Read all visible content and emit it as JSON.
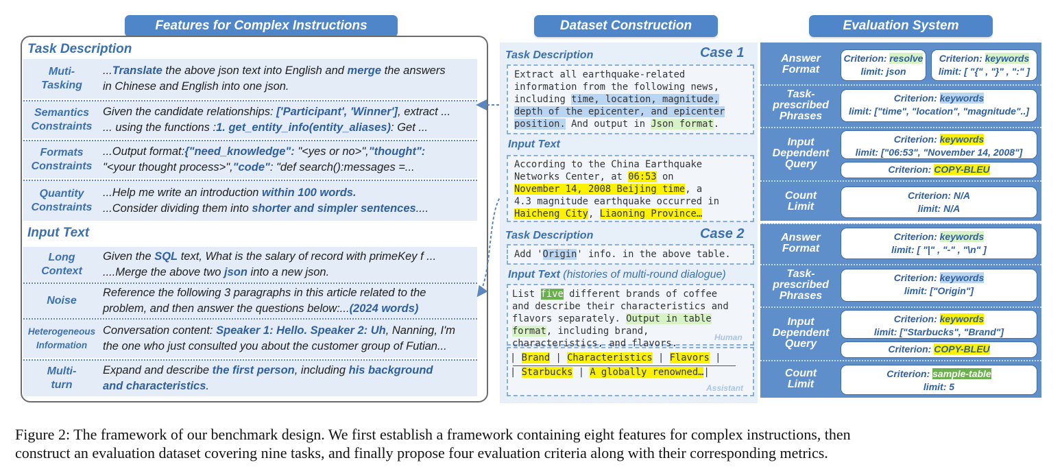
{
  "headers": {
    "features": "Features for Complex Instructions",
    "dataset": "Dataset Construction",
    "evaluation": "Evaluation System"
  },
  "features": {
    "task_description_title": "Task Description",
    "input_text_title": "Input Text",
    "rows": [
      {
        "label": [
          "Muti-",
          "Tasking"
        ],
        "lines": [
          [
            "...",
            {
              "h": "Translate"
            },
            " the above json text into English and ",
            {
              "h": "merge"
            },
            " the answers"
          ],
          [
            "in Chinese and English into one json."
          ]
        ]
      },
      {
        "label": [
          "Semantics",
          "Constraints"
        ],
        "lines": [
          [
            "Given the candidate relationships: ",
            {
              "h": "['Participant', 'Winner']"
            },
            ", extract ..."
          ],
          [
            "... using the functions :",
            {
              "h": "1. get_entity_info(entity_aliases)"
            },
            ": Get ..."
          ]
        ]
      },
      {
        "label": [
          "Formats",
          "Constraints"
        ],
        "lines": [
          [
            "...Output format:",
            {
              "h": "{\"need_knowledge\":"
            },
            " \"<yes or no>\",",
            {
              "h": "\"thought\":"
            }
          ],
          [
            "\"<your thought process>\",",
            {
              "h": "\"code\""
            },
            ": \"def search():messages =..."
          ]
        ]
      },
      {
        "label": [
          "Quantity",
          "Constraints"
        ],
        "lines": [
          [
            "...Help me write an introduction ",
            {
              "h": "within 100 words."
            }
          ],
          [
            "...Consider dividing them into ",
            {
              "h": "shorter and simpler sentences"
            },
            "...."
          ]
        ]
      },
      {
        "label": [
          "Long",
          "Context"
        ],
        "lines": [
          [
            "Given the ",
            {
              "h": "SQL"
            },
            " text, What is the salary of record with primeKey f ..."
          ],
          [
            "....Merge the above two ",
            {
              "h": "json"
            },
            " into a new json."
          ]
        ]
      },
      {
        "label": [
          "Noise"
        ],
        "lines": [
          [
            "Reference the following 3 paragraphs in this article related to the"
          ],
          [
            "problem, and then answer the questions below:...",
            {
              "h": "(2024 words)"
            }
          ]
        ]
      },
      {
        "label": [
          "Heterogeneous",
          "Information"
        ],
        "lines": [
          [
            "Conversation content: ",
            {
              "h": "Speaker 1: Hello. Speaker 2: Uh"
            },
            ", Nanning, I'm"
          ],
          [
            "the one who just consulted you about the customer group of Futian..."
          ]
        ]
      },
      {
        "label": [
          "Multi-",
          "turn"
        ],
        "lines": [
          [
            "Expand and describe ",
            {
              "h": "the first person"
            },
            ", including ",
            {
              "h": "his background"
            }
          ],
          [
            {
              "h": "and characteristics"
            },
            "."
          ]
        ]
      }
    ]
  },
  "dataset": {
    "case1": {
      "task_title": "Task Description",
      "case_label": "Case 1",
      "task_lines": [
        [
          [
            "Extract all earthquake-related",
            ""
          ]
        ],
        [
          [
            "information from the following news,",
            ""
          ]
        ],
        [
          [
            "including ",
            ""
          ],
          [
            "time, location, magnitude,",
            "lb"
          ]
        ],
        [
          [
            "depth of the epicenter, and epicenter",
            "lb"
          ]
        ],
        [
          [
            "position.",
            "lb"
          ],
          [
            " And output in ",
            ""
          ],
          [
            "Json format",
            "lg"
          ],
          [
            ".",
            ""
          ]
        ]
      ],
      "input_title": "Input Text",
      "input_lines": [
        [
          [
            "According to the China Earthquake",
            ""
          ]
        ],
        [
          [
            "Networks Center, at ",
            ""
          ],
          [
            "06:53",
            "y"
          ],
          [
            " on",
            ""
          ]
        ],
        [
          [
            "November 14, 2008 Beijing time",
            "y"
          ],
          [
            ", a",
            ""
          ]
        ],
        [
          [
            "4.3 magnitude earthquake occurred in",
            ""
          ]
        ],
        [
          [
            "Haicheng City",
            "y"
          ],
          [
            ", ",
            ""
          ],
          [
            "Liaoning Province…",
            "y"
          ]
        ]
      ]
    },
    "case2": {
      "task_title": "Task Description",
      "case_label": "Case 2",
      "task_line": [
        [
          "Add '",
          ""
        ],
        [
          "Origin",
          "lb"
        ],
        [
          "' info. in the above table.",
          ""
        ]
      ],
      "input_title": "Input Text",
      "input_subtitle": "(histories of multi-round dialogue)",
      "human_lines": [
        [
          [
            "List ",
            ""
          ],
          [
            "five",
            "g"
          ],
          [
            " different brands of coffee",
            ""
          ]
        ],
        [
          [
            "and describe their characteristics and",
            ""
          ]
        ],
        [
          [
            "flavors separately. ",
            ""
          ],
          [
            "Output in table",
            "lg"
          ]
        ],
        [
          [
            "format",
            "lg"
          ],
          [
            ", including brand,",
            ""
          ]
        ],
        [
          [
            "characteristics, and flavors.",
            ""
          ]
        ]
      ],
      "human_label": "Human",
      "table_row1": [
        "Brand",
        "Characteristics",
        "Flavors"
      ],
      "table_row2": [
        "Starbucks",
        "A globally renowned…"
      ],
      "assistant_label": "Assistant"
    }
  },
  "evaluation": {
    "case1": [
      {
        "label": [
          "Answer",
          "Format"
        ],
        "cards": [
          {
            "criterion": "resolve",
            "crit_hl": "lg",
            "limit": "json"
          },
          {
            "criterion": "keywords",
            "crit_hl": "lg",
            "limit": "[ \"{\" , \"}\" , \":\" ]"
          }
        ]
      },
      {
        "label": [
          "Task-",
          "prescribed",
          "Phrases"
        ],
        "cards": [
          {
            "criterion": "keywords",
            "crit_hl": "lb",
            "limit": "[\"time\", \"location\", \"magnitude\"..]"
          }
        ]
      },
      {
        "label": [
          "Input",
          "Dependent",
          "Query"
        ],
        "cards": [
          {
            "criterion": "keywords",
            "crit_hl": "y",
            "limit": "[\"06:53\", \"November 14, 2008\"]"
          },
          {
            "criterion": "COPY-BLEU",
            "crit_hl": "y",
            "limit": ""
          }
        ]
      },
      {
        "label": [
          "Count",
          "Limit"
        ],
        "cards": [
          {
            "criterion": "N/A",
            "crit_hl": "",
            "limit": "N/A"
          }
        ]
      }
    ],
    "case2": [
      {
        "label": [
          "Answer",
          "Format"
        ],
        "cards": [
          {
            "criterion": "keywords",
            "crit_hl": "lg",
            "limit": "[ \"|\" , \"-\" , \"\\n\" ]"
          }
        ]
      },
      {
        "label": [
          "Task-",
          "prescribed",
          "Phrases"
        ],
        "cards": [
          {
            "criterion": "keywords",
            "crit_hl": "lb",
            "limit": "[\"Origin\"]"
          }
        ]
      },
      {
        "label": [
          "Input",
          "Dependent",
          "Query"
        ],
        "cards": [
          {
            "criterion": "keywords",
            "crit_hl": "y",
            "limit": "[\"Starbucks\", \"Brand\"]"
          },
          {
            "criterion": "COPY-BLEU",
            "crit_hl": "y",
            "limit": ""
          }
        ]
      },
      {
        "label": [
          "Count",
          "Limit"
        ],
        "cards": [
          {
            "criterion": "sample-table",
            "crit_hl": "g",
            "limit": "5"
          }
        ]
      }
    ],
    "criterion_prefix": "Criterion: ",
    "limit_prefix": "limit: "
  },
  "caption": {
    "line1": "Figure 2: The framework of our benchmark design. We first establish a framework containing eight features for complex instructions, then",
    "line2": "construct an evaluation dataset covering nine tasks, and finally propose four evaluation criteria along with their corresponding metrics."
  },
  "colors": {
    "header_bg": "#4e86c9",
    "highlight_yellow": "#fbf203",
    "highlight_blue": "#b9d5f2",
    "highlight_green": "#d7f3c6",
    "highlight_dark_green": "#6ab04c",
    "eval_panel": "#5e8fca"
  }
}
